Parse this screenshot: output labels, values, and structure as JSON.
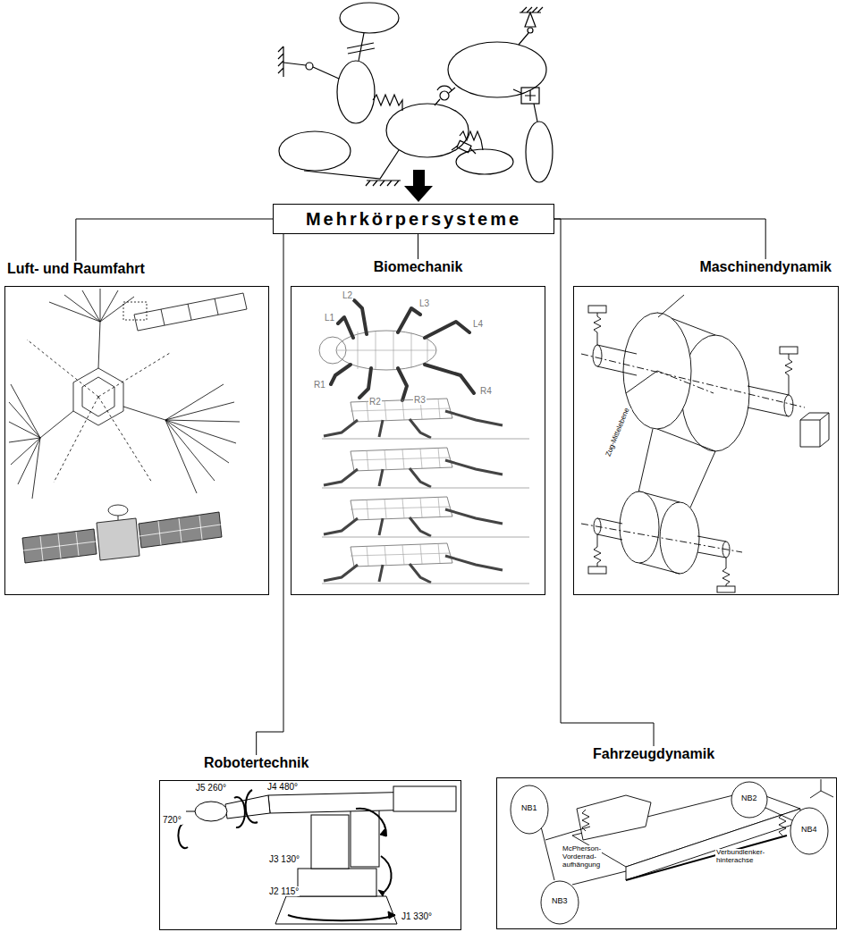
{
  "diagram": {
    "nodes": [
      {
        "text": [
          "Mehrkörpersysteme"
        ]
      },
      {
        "text": [
          "Luft- und Raumfahrt"
        ]
      },
      {
        "text": [
          "Biomechanik"
        ]
      },
      {
        "text": [
          "Maschinendynamik"
        ]
      },
      {
        "text": [
          "Robotertechnik"
        ]
      },
      {
        "text": [
          "Fahrzeugdynamik"
        ]
      }
    ],
    "edges": [
      {
        "from": 0,
        "to": 1,
        "arrow": "none"
      },
      {
        "from": 0,
        "to": 2,
        "arrow": "none"
      },
      {
        "from": 0,
        "to": 3,
        "arrow": "none"
      },
      {
        "from": 0,
        "to": 4,
        "arrow": "none"
      },
      {
        "from": 0,
        "to": 5,
        "arrow": "none"
      }
    ],
    "labels": [
      "L2",
      "L3",
      "L1",
      "L4",
      "R1",
      "R2",
      "R3",
      "R4",
      "Zug-Mittelebene",
      "J4 480°",
      "J5 260°",
      "720°",
      "J3 130°",
      "J2 115°",
      "J1 330°",
      "NB1",
      "NB2",
      "McPherson- Vorderrad- aufhängung",
      "Verbundlenker- hinterachse",
      "NB3",
      "NB4"
    ]
  }
}
